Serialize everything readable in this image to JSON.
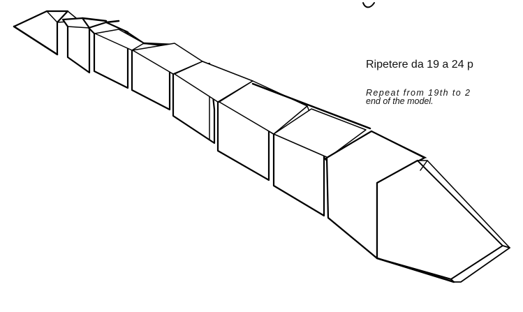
{
  "instructions": {
    "italian": "Ripetere da 19 a 24 p",
    "english_line1": "Repeat from 19th to 2",
    "english_line2": "end of the model."
  },
  "icons": {
    "arrow": "curved-arrow-icon"
  },
  "colors": {
    "line": "#000000",
    "paper": "#ffffff"
  }
}
